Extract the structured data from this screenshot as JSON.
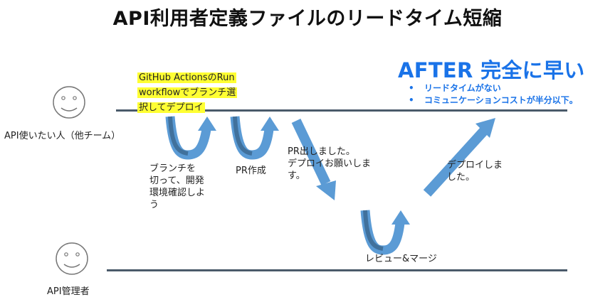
{
  "title": "API利用者定義ファイルのリードタイム短縮",
  "actors": {
    "user": {
      "label": "API使いたい人（他チーム）",
      "icon": "smiley-face-icon"
    },
    "admin": {
      "label": "API管理者",
      "icon": "smiley-face-icon"
    }
  },
  "highlight_note": {
    "line1": "GitHub ActionsのRun",
    "line2": "workflowでブランチ選",
    "line3": "択してデプロイ"
  },
  "after": {
    "title": "AFTER 完全に早い",
    "bullets": [
      "リードタイムがない",
      "コミュニケーションコストが半分以下。"
    ],
    "bullet_mark": "•"
  },
  "steps": {
    "branch": {
      "line1": "ブランチを",
      "line2": "切って、開発",
      "line3": "環境確認しよ",
      "line4": "う"
    },
    "pr": "PR作成",
    "request": {
      "line1": "PR出しました。",
      "line2": "デプロイお願いしま",
      "line3": "す。"
    },
    "review": "レビュー&マージ",
    "deployed": {
      "line1": "デプロイしま",
      "line2": "した。"
    }
  },
  "colors": {
    "title": "#111111",
    "lane": "#4a5a6a",
    "arrow_light": "#5b9bd5",
    "arrow_dark": "#41719c",
    "after_text": "#1a73e8",
    "highlight": "#ffff33"
  }
}
